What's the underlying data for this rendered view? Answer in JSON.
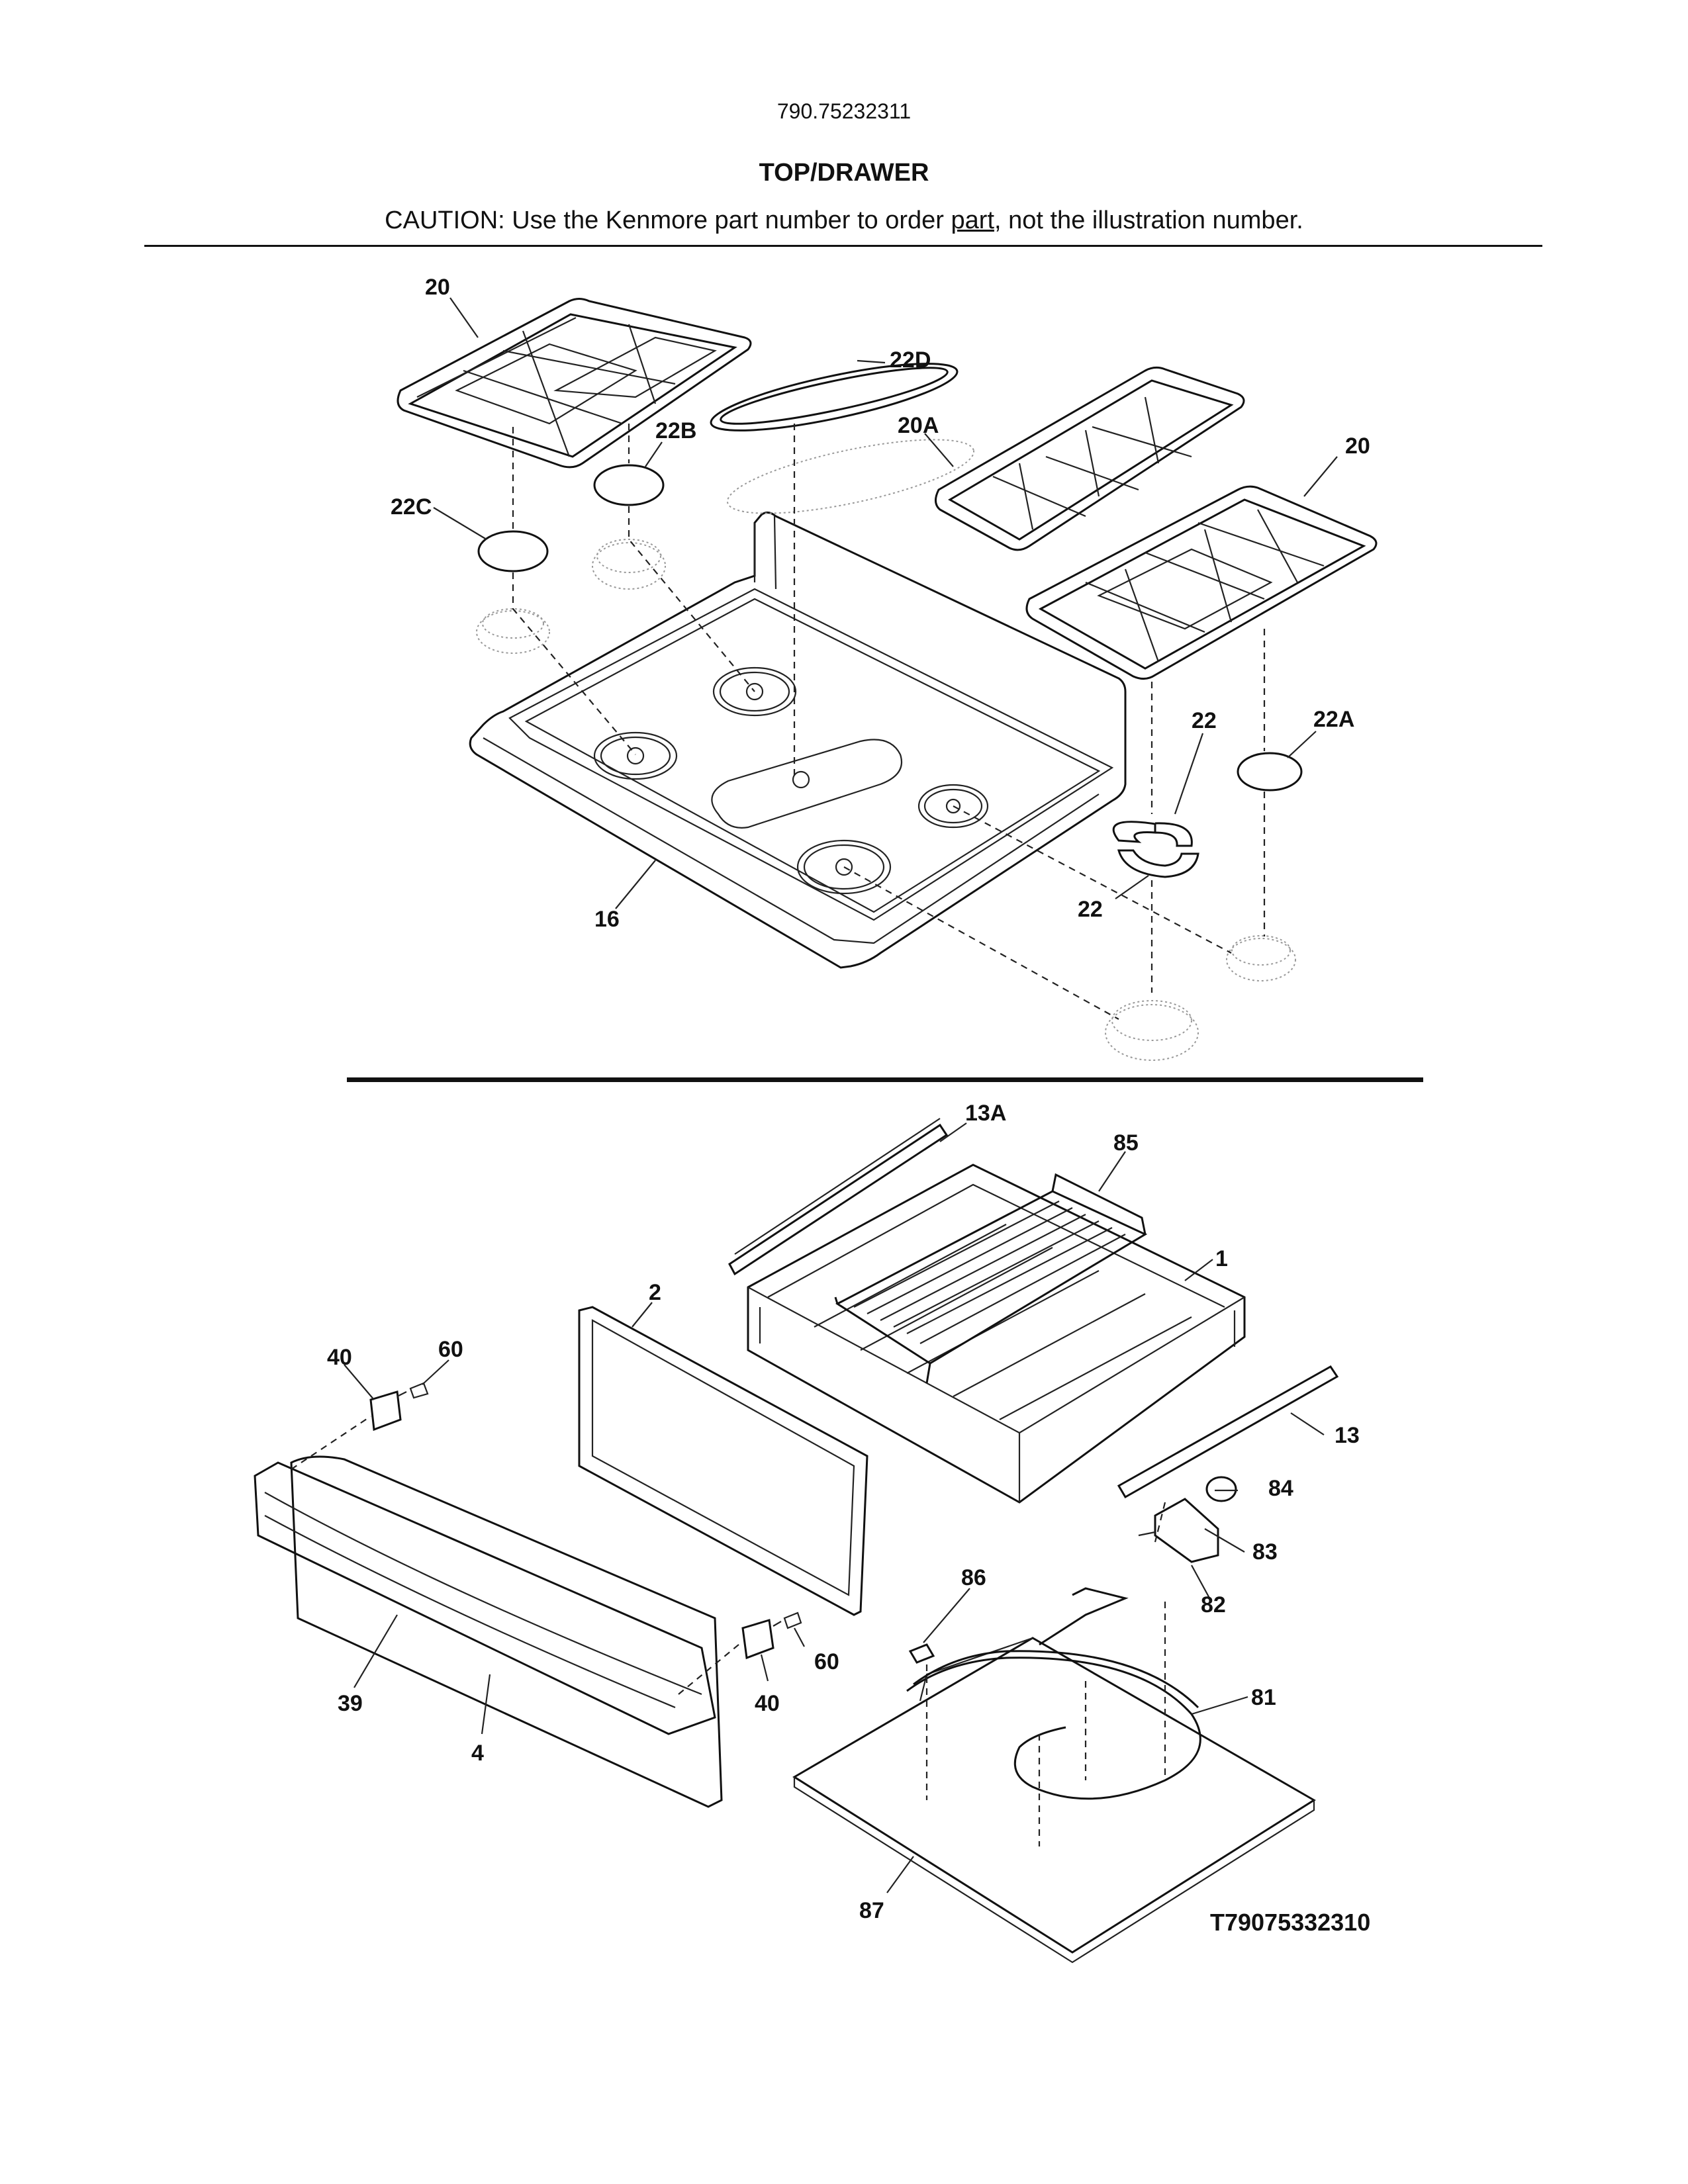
{
  "header": {
    "model": "790.75232311",
    "title": "TOP/DRAWER",
    "caution_before": "CAUTION: Use the Kenmore part number to order ",
    "caution_link": "part",
    "caution_after": ", not the illustration number."
  },
  "top_labels": {
    "grate_left": "20",
    "grate_center_left": "20A",
    "grate_right": "20",
    "cap_oval": "22D",
    "cap_b": "22B",
    "cap_c": "22C",
    "cap_a": "22A",
    "cap_ring_top": "22",
    "cap_ring_bottom": "22",
    "cooktop": "16"
  },
  "drawer_labels": {
    "slide_left": "13A",
    "rack": "85",
    "drawer_body": "1",
    "liner": "2",
    "slide_right": "13",
    "bracket_left": "40",
    "screw_left": "60",
    "bracket_right": "40",
    "screw_right": "60",
    "handle": "39",
    "front_panel": "4",
    "clip": "86",
    "sensor": "84",
    "bracket_sensor": "83",
    "bracket_lower": "82",
    "element": "81",
    "bottom_panel": "87"
  },
  "diagram_id": "T79075332310"
}
